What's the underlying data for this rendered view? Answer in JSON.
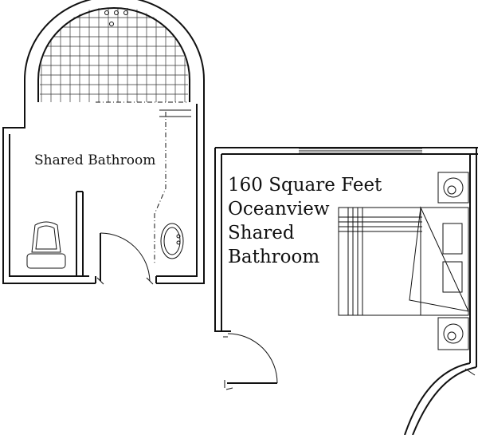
{
  "bathroom": {
    "label": "Shared Bathroom"
  },
  "bedroom": {
    "lines": [
      "160 Square Feet",
      "Oceanview",
      "Shared",
      "Bathroom"
    ]
  }
}
